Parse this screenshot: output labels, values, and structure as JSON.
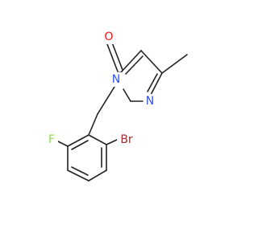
{
  "molecule": {
    "atoms": {
      "o": {
        "label": "O",
        "color": "#ff0d0d"
      },
      "n3": {
        "label": "N",
        "color": "#3050f8"
      },
      "n1": {
        "label": "N",
        "color": "#3050f8"
      },
      "f": {
        "label": "F",
        "color": "#90e050"
      },
      "br": {
        "label": "Br",
        "color": "#a62929"
      }
    },
    "bond_color": "#222222"
  }
}
